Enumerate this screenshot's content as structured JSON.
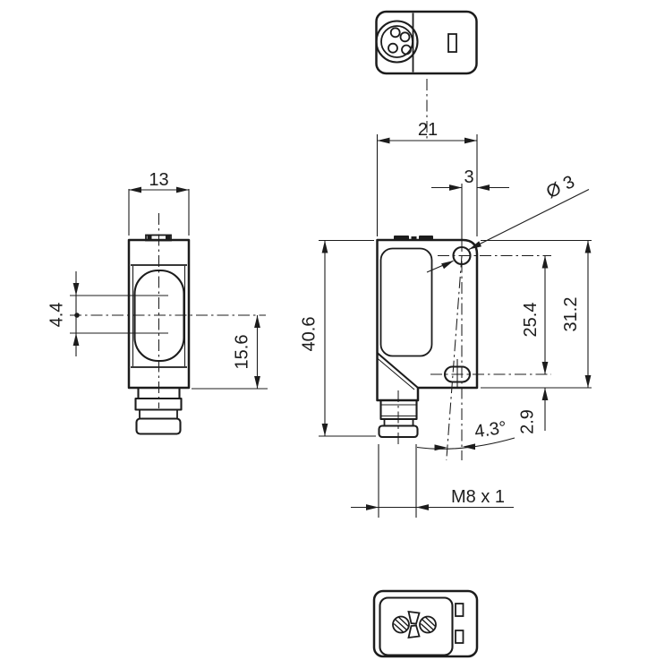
{
  "drawing": {
    "line_color": "#1c1c1c",
    "background": "#ffffff",
    "dimensions": {
      "front_width": "13",
      "side_depth": "21",
      "hole_edge_offset": "3",
      "hole_diameter": "Ø 3",
      "total_height": "40.6",
      "optical_axis_offset": "4.4",
      "axis_to_bottom": "15.6",
      "hole_spacing": "25.4",
      "top_to_slot_edge": "31.2",
      "slot_to_edge": "2.9",
      "beam_tilt_angle": "4.3°",
      "connector_thread": "M8 x 1"
    }
  }
}
